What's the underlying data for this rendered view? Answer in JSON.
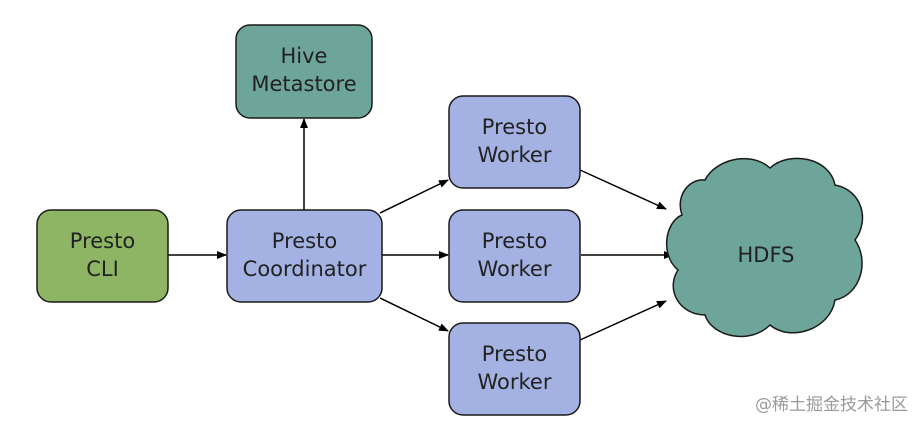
{
  "colors": {
    "cli_fill": "#8db563",
    "presto_fill": "#a4b2e3",
    "metastore_fill": "#6ea59a",
    "hdfs_fill": "#6ea59a",
    "stroke": "#1a1a1a",
    "arrow": "#000000"
  },
  "nodes": {
    "cli": {
      "line1": "Presto",
      "line2": "CLI"
    },
    "coordinator": {
      "line1": "Presto",
      "line2": "Coordinator"
    },
    "metastore": {
      "line1": "Hive",
      "line2": "Metastore"
    },
    "worker_top": {
      "line1": "Presto",
      "line2": "Worker"
    },
    "worker_mid": {
      "line1": "Presto",
      "line2": "Worker"
    },
    "worker_bottom": {
      "line1": "Presto",
      "line2": "Worker"
    },
    "hdfs": {
      "label": "HDFS"
    }
  },
  "watermark": "@稀土掘金技术社区"
}
